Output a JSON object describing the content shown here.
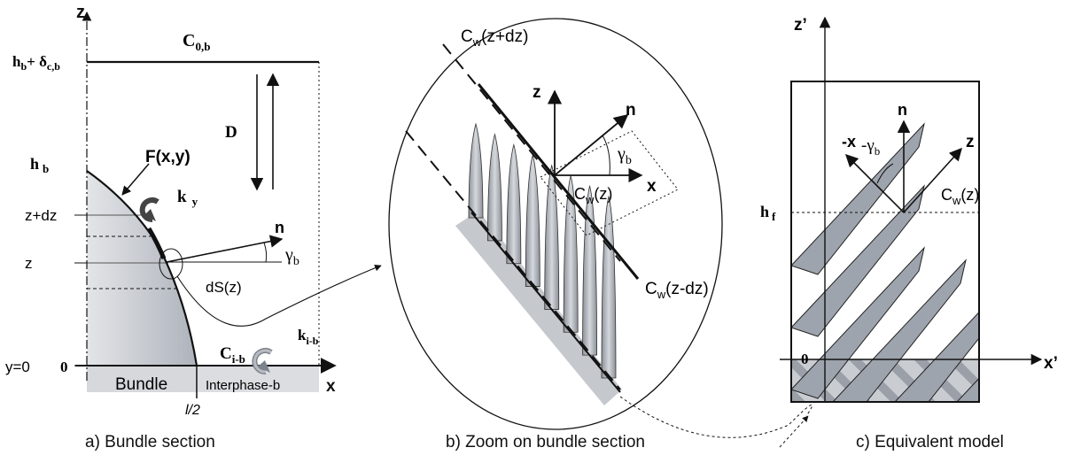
{
  "panel_a": {
    "caption": "a)  Bundle section",
    "axis_z": "z",
    "axis_x": "x",
    "top_height": "h",
    "top_height_sub": "b",
    "top_plus": "+ δ",
    "top_plus_sub": "c,b",
    "top_conc": "C",
    "top_conc_sub": "0,b",
    "bundle_height": "h",
    "bundle_height_sub": "b",
    "shape_fn": "F(x,y)",
    "k_y": "k",
    "k_y_sub": "y",
    "diffusion": "D",
    "tick_zdz": "z+dz",
    "tick_z": "z",
    "normal": "n",
    "angle": "γ",
    "angle_sub": "b",
    "surface": "dS(z)",
    "origin_y": "y=0",
    "origin_zero": "0",
    "interphase_conc": "C",
    "interphase_conc_sub": "i-b",
    "k_ib": "k",
    "k_ib_sub": "i-b",
    "bundle_label": "Bundle",
    "interphase_label": "Interphase-b",
    "half_width": "l/2"
  },
  "panel_b": {
    "caption": "b)  Zoom on bundle section",
    "cw_plus": "C",
    "cw_plus_sub": "w",
    "cw_plus_arg": "(z+dz)",
    "axis_z": "z",
    "axis_n": "n",
    "angle": "γ",
    "angle_sub": "b",
    "cw": "C",
    "cw_sub": "w",
    "cw_arg": "(z)",
    "axis_x": "x",
    "cw_minus": "C",
    "cw_minus_sub": "w",
    "cw_minus_arg": "(z-dz)"
  },
  "panel_c": {
    "caption": "c)  Equivalent model",
    "axis_z": "z’",
    "axis_n": "n",
    "neg_x": "-x",
    "neg_gamma": "-γ",
    "neg_gamma_sub": "b",
    "axis_z2": "z",
    "hf": "h",
    "hf_sub": "f",
    "cw": "C",
    "cw_sub": "w",
    "cw_arg": "(z)",
    "zero": "0",
    "axis_x": "x’"
  },
  "colors": {
    "bundle_fill": "#c8cbd2",
    "fiber_fill": "#9ea4ad",
    "interphase_fill": "#dcdde0",
    "line": "#111111"
  }
}
